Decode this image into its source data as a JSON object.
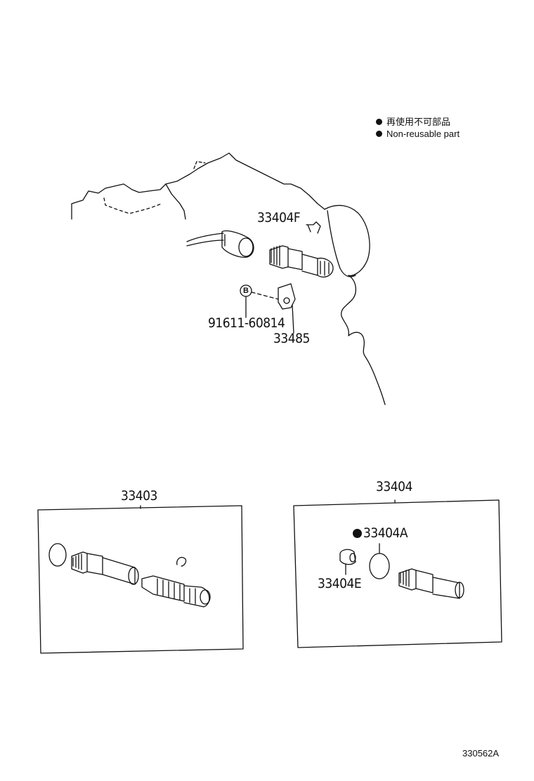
{
  "legend": {
    "line_ja": "再使用不可部品",
    "line_en": "Non-reusable part"
  },
  "parts": {
    "sensor_upper": "33404F",
    "bolt": "91611-60814",
    "bolt_marker": "B",
    "plate": "33485",
    "kit_left": "33403",
    "kit_right": "33404",
    "oring": "33404A",
    "sleeve": "33404E"
  },
  "diagram_code": "330562A"
}
